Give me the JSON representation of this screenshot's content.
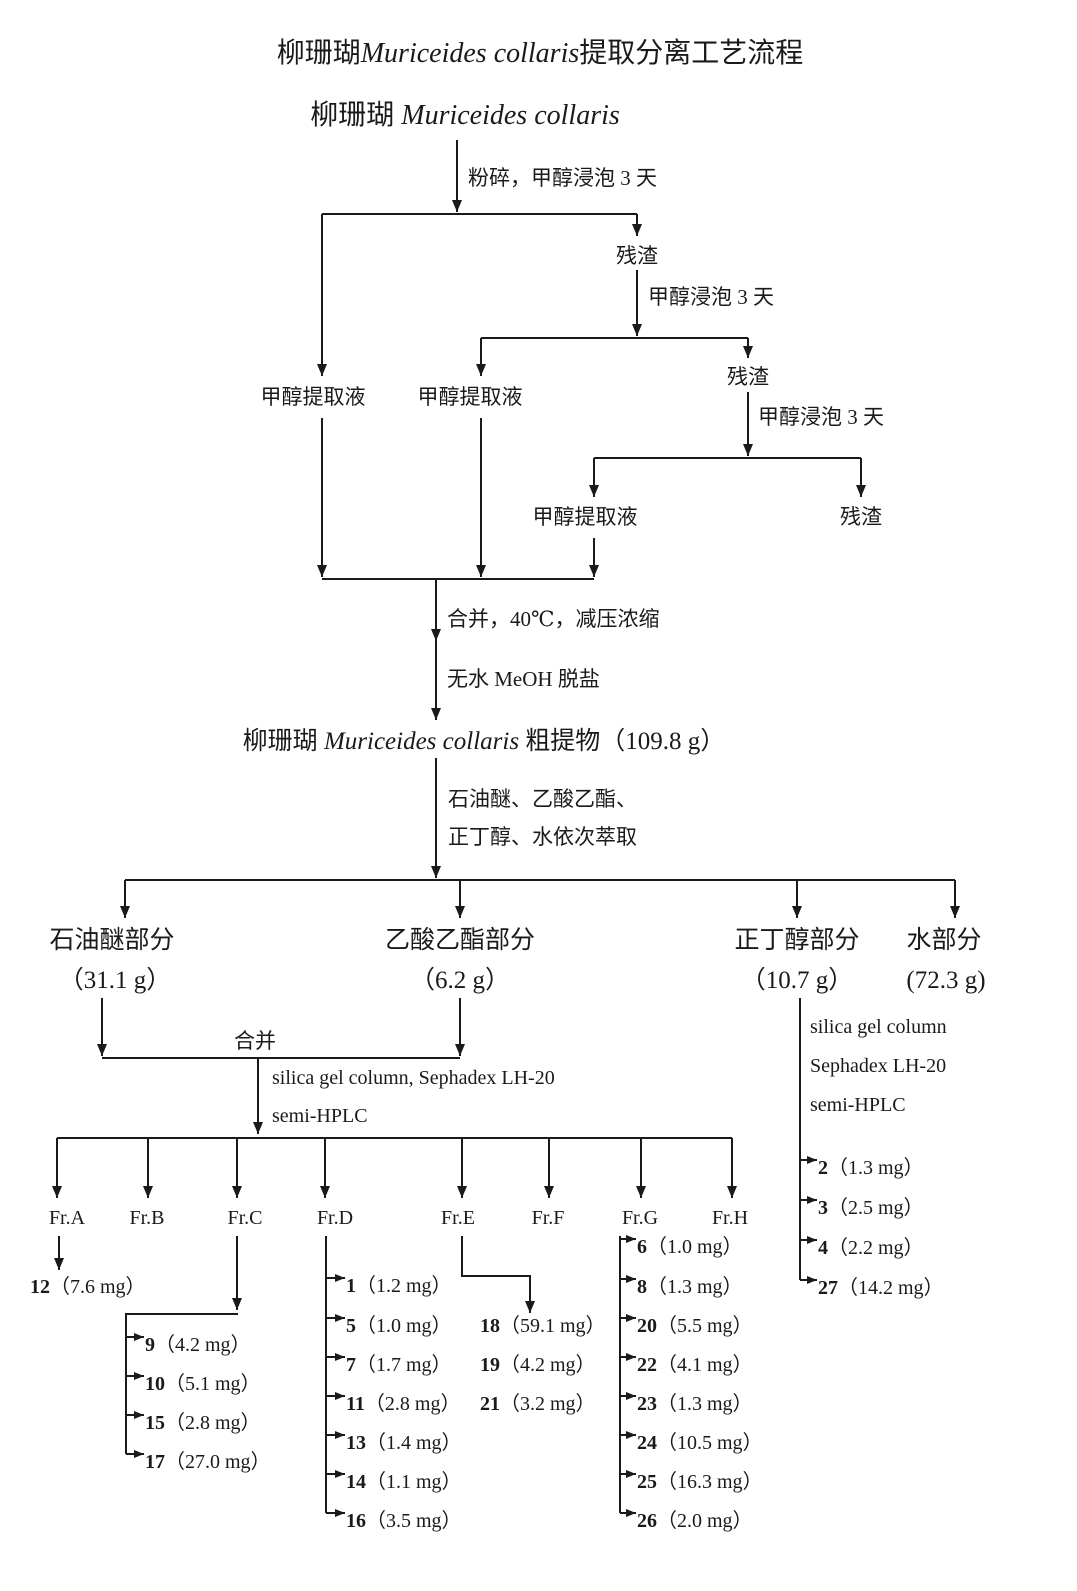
{
  "title": {
    "prefix": "柳珊瑚",
    "species": "Muriceides collaris",
    "suffix": "提取分离工艺流程"
  },
  "source": {
    "prefix": "柳珊瑚 ",
    "species": "Muriceides collaris"
  },
  "extraction": {
    "step_1": "粉碎，甲醇浸泡 3 天",
    "step_2": "甲醇浸泡 3 天",
    "step_3": "甲醇浸泡 3 天",
    "residues": [
      "残渣",
      "残渣",
      "残渣"
    ],
    "extracts": [
      "甲醇提取液",
      "甲醇提取液",
      "甲醇提取液"
    ],
    "combine": "合并，40℃，减压浓缩",
    "desalt": "无水 MeOH 脱盐"
  },
  "crude": {
    "prefix": "柳珊瑚 ",
    "species": "Muriceides collaris",
    "suffix": " 粗提物（109.8 g）"
  },
  "partition": [
    "石油醚、乙酸乙酯、",
    "正丁醇、水依次萃取"
  ],
  "fractions": [
    {
      "name": "石油醚部分",
      "mass": "（31.1 g）"
    },
    {
      "name": "乙酸乙酯部分",
      "mass": "（6.2 g）"
    },
    {
      "name": "正丁醇部分",
      "mass": "（10.7 g）"
    },
    {
      "name": "水部分",
      "mass": "(72.3 g)"
    }
  ],
  "merge": "合并",
  "chromatography": [
    "silica gel column, Sephadex LH-20",
    "semi-HPLC"
  ],
  "subfractions": [
    "Fr.A",
    "Fr.B",
    "Fr.C",
    "Fr.D",
    "Fr.E",
    "Fr.F",
    "Fr.G",
    "Fr.H"
  ],
  "compounds": {
    "fr_a": [
      {
        "no": "12",
        "amount": "（7.6 mg）"
      }
    ],
    "fr_c": [
      {
        "no": "9",
        "amount": "（4.2 mg）"
      },
      {
        "no": "10",
        "amount": "（5.1 mg）"
      },
      {
        "no": "15",
        "amount": "（2.8 mg）"
      },
      {
        "no": "17",
        "amount": "（27.0 mg）"
      }
    ],
    "fr_d": [
      {
        "no": "1",
        "amount": "（1.2 mg）"
      },
      {
        "no": "5",
        "amount": "（1.0 mg）"
      },
      {
        "no": "7",
        "amount": "（1.7 mg）"
      },
      {
        "no": "11",
        "amount": "（2.8 mg）"
      },
      {
        "no": "13",
        "amount": "（1.4 mg）"
      },
      {
        "no": "14",
        "amount": "（1.1 mg）"
      },
      {
        "no": "16",
        "amount": "（3.5 mg）"
      }
    ],
    "fr_e": [
      {
        "no": "18",
        "amount": "（59.1 mg）"
      },
      {
        "no": "19",
        "amount": "（4.2 mg）"
      },
      {
        "no": "21",
        "amount": "（3.2 mg）"
      }
    ],
    "fr_g": [
      {
        "no": "6",
        "amount": "（1.0 mg）"
      },
      {
        "no": "8",
        "amount": "（1.3 mg）"
      },
      {
        "no": "20",
        "amount": "（5.5 mg）"
      },
      {
        "no": "22",
        "amount": "（4.1 mg）"
      },
      {
        "no": "23",
        "amount": "（1.3 mg）"
      },
      {
        "no": "24",
        "amount": "（10.5 mg）"
      },
      {
        "no": "25",
        "amount": "（16.3 mg）"
      },
      {
        "no": "26",
        "amount": "（2.0 mg）"
      }
    ]
  },
  "butanol": {
    "chromatography": [
      "silica gel column",
      "Sephadex LH-20",
      "semi-HPLC"
    ],
    "compounds": [
      {
        "no": "2",
        "amount": "（1.3 mg）"
      },
      {
        "no": "3",
        "amount": "（2.5 mg）"
      },
      {
        "no": "4",
        "amount": "（2.2 mg）"
      },
      {
        "no": "27",
        "amount": "（14.2 mg）"
      }
    ]
  }
}
